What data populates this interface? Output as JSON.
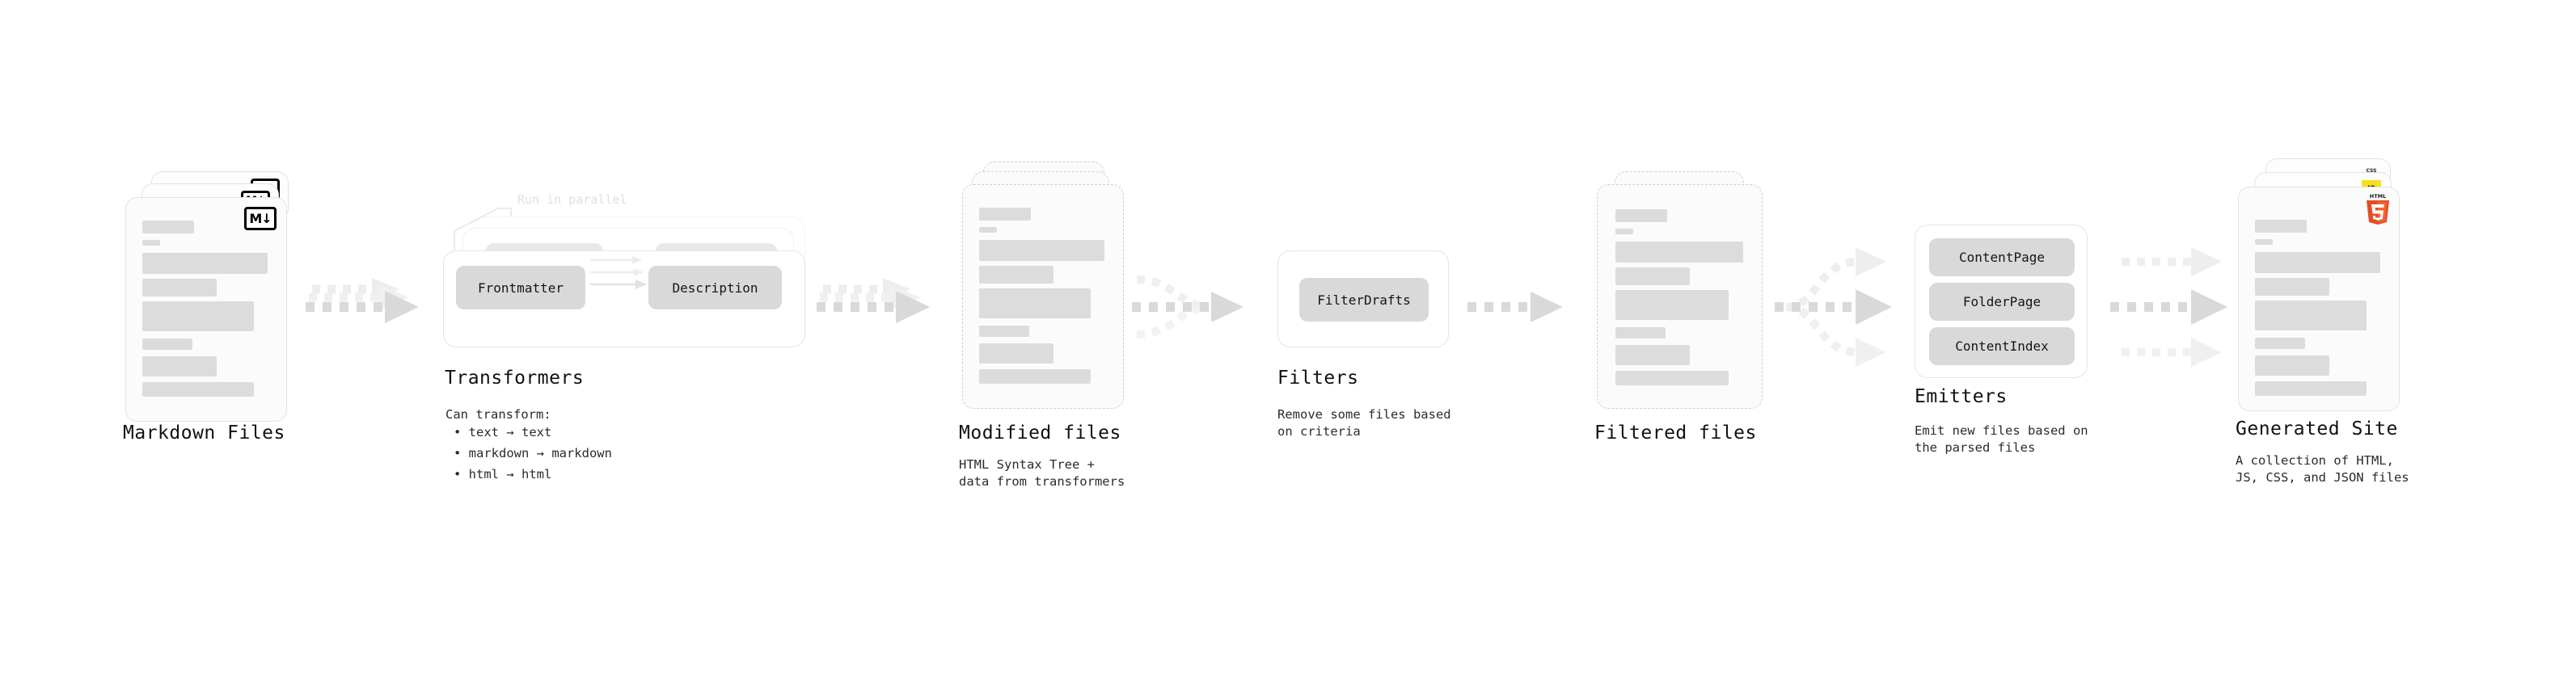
{
  "diagram": {
    "title_text": "",
    "colors": {
      "skeleton_bar": "#dcdcdc",
      "card_border": "#e3e3e3",
      "card_fill": "#fbfbfb",
      "dashed_border": "#cfcfcf",
      "pill_fill": "#d9d9d9",
      "arrow_main": "#d5d5d5",
      "arrow_ghost": "#ededed",
      "ghost_text": "#e0e0e0",
      "html5_orange": "#e44d26",
      "html5_orange_dark": "#f16529",
      "css_blue": "#264de4",
      "js_yellow": "#f7df1e"
    },
    "stages": [
      {
        "id": "markdown-files",
        "title": "Markdown Files",
        "subtitle": "",
        "badge": "markdown-icon",
        "badge_text": "M↓"
      },
      {
        "id": "transformers",
        "title": "Transformers",
        "subtitle": "Can transform:",
        "note": "Run in parallel",
        "bullets": [
          "• text → text",
          "• markdown → markdown",
          "• html → html"
        ],
        "pills": [
          "Frontmatter",
          "Description"
        ]
      },
      {
        "id": "modified-files",
        "title": "Modified files",
        "subtitle": "HTML Syntax Tree +\ndata from transformers"
      },
      {
        "id": "filters",
        "title": "Filters",
        "subtitle": "Remove some files based\non criteria",
        "pills": [
          "FilterDrafts"
        ]
      },
      {
        "id": "filtered-files",
        "title": "Filtered files",
        "subtitle": ""
      },
      {
        "id": "emitters",
        "title": "Emitters",
        "subtitle": "Emit new files based on\nthe parsed files",
        "pills": [
          "ContentPage",
          "FolderPage",
          "ContentIndex"
        ]
      },
      {
        "id": "generated-site",
        "title": "Generated Site",
        "subtitle": "A collection of HTML,\nJS, CSS, and JSON files",
        "badges": [
          "html5-icon",
          "js-icon",
          "css3-icon"
        ],
        "badge_labels": [
          "HTML",
          "5",
          "CSS",
          "JS"
        ]
      }
    ]
  }
}
